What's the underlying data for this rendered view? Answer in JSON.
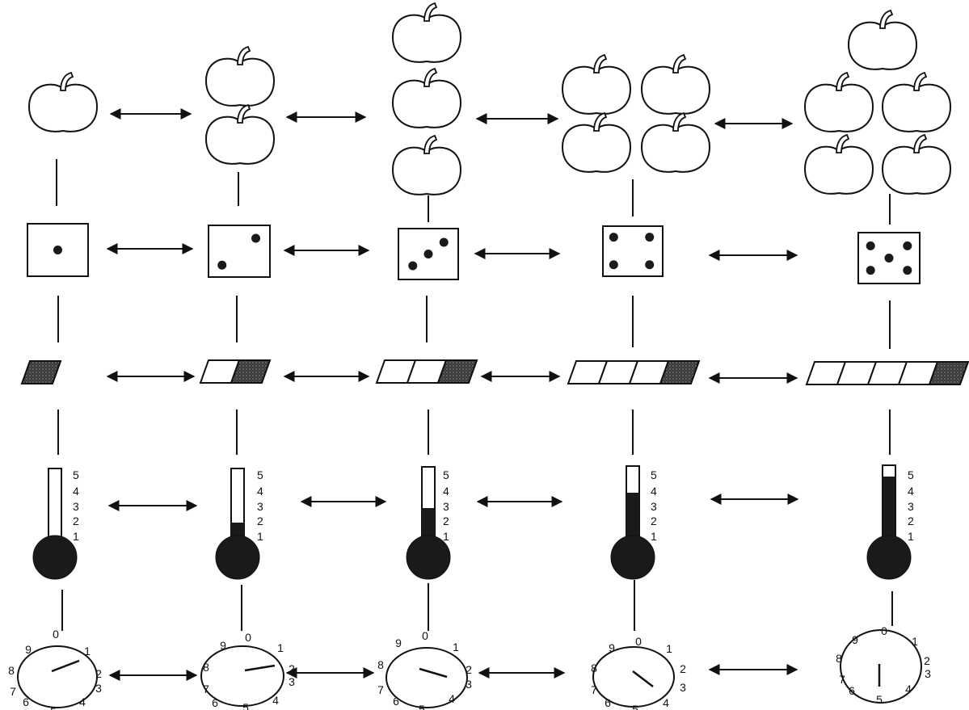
{
  "title": "",
  "stroke_color": "#111111",
  "fill_dark": "#1a1a1a",
  "apple_fill": "#ffffff",
  "background": "#ffffff",
  "quantities": [
    1,
    2,
    3,
    4,
    5
  ],
  "representations": [
    "apple-count",
    "die-dots",
    "strip-with-shaded-last-cell",
    "thermometer-level",
    "dial-needle"
  ],
  "thermometer_scale": [
    "1",
    "2",
    "3",
    "4",
    "5"
  ],
  "dial_numbers": [
    "0",
    "1",
    "2",
    "3",
    "4",
    "5",
    "6",
    "7",
    "8",
    "9"
  ]
}
